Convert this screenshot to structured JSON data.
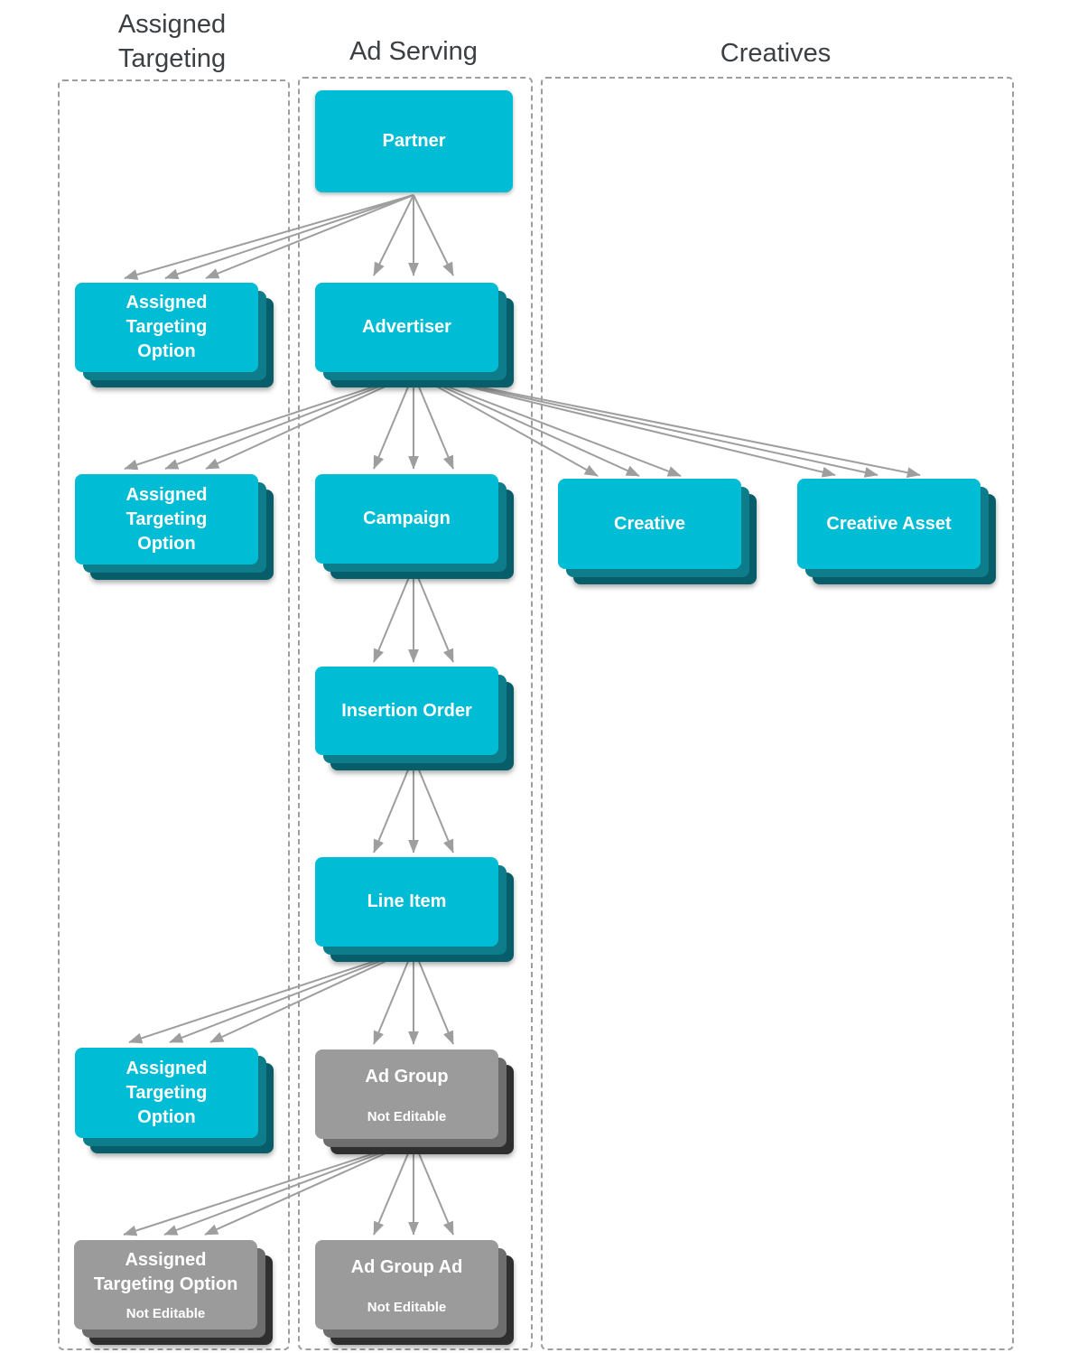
{
  "columns": {
    "assigned_targeting": {
      "label": "Assigned\nTargeting"
    },
    "ad_serving": {
      "label": "Ad Serving"
    },
    "creatives": {
      "label": "Creatives"
    }
  },
  "nodes": {
    "partner": {
      "label": "Partner"
    },
    "ato_partner": {
      "label": "Assigned\nTargeting\nOption"
    },
    "advertiser": {
      "label": "Advertiser"
    },
    "ato_advertiser": {
      "label": "Assigned\nTargeting\nOption"
    },
    "campaign": {
      "label": "Campaign"
    },
    "creative": {
      "label": "Creative"
    },
    "creative_asset": {
      "label": "Creative Asset"
    },
    "insertion_order": {
      "label": "Insertion Order"
    },
    "line_item": {
      "label": "Line Item"
    },
    "ato_line_item": {
      "label": "Assigned\nTargeting\nOption"
    },
    "ad_group": {
      "label": "Ad Group",
      "sublabel": "Not Editable"
    },
    "ato_not_editable": {
      "label": "Assigned\nTargeting Option",
      "sublabel": "Not Editable"
    },
    "ad_group_ad": {
      "label": "Ad Group Ad",
      "sublabel": "Not Editable"
    }
  },
  "colors": {
    "node_editable": "#00bcd4",
    "node_editable_mid": "#0d7d8c",
    "node_editable_dark": "#075e6a",
    "node_not_editable": "#9b9b9b",
    "node_not_editable_mid": "#6e6e6e",
    "node_not_editable_dark": "#2f2f2f",
    "arrow": "#9e9e9e",
    "header_text": "#3c4043"
  }
}
